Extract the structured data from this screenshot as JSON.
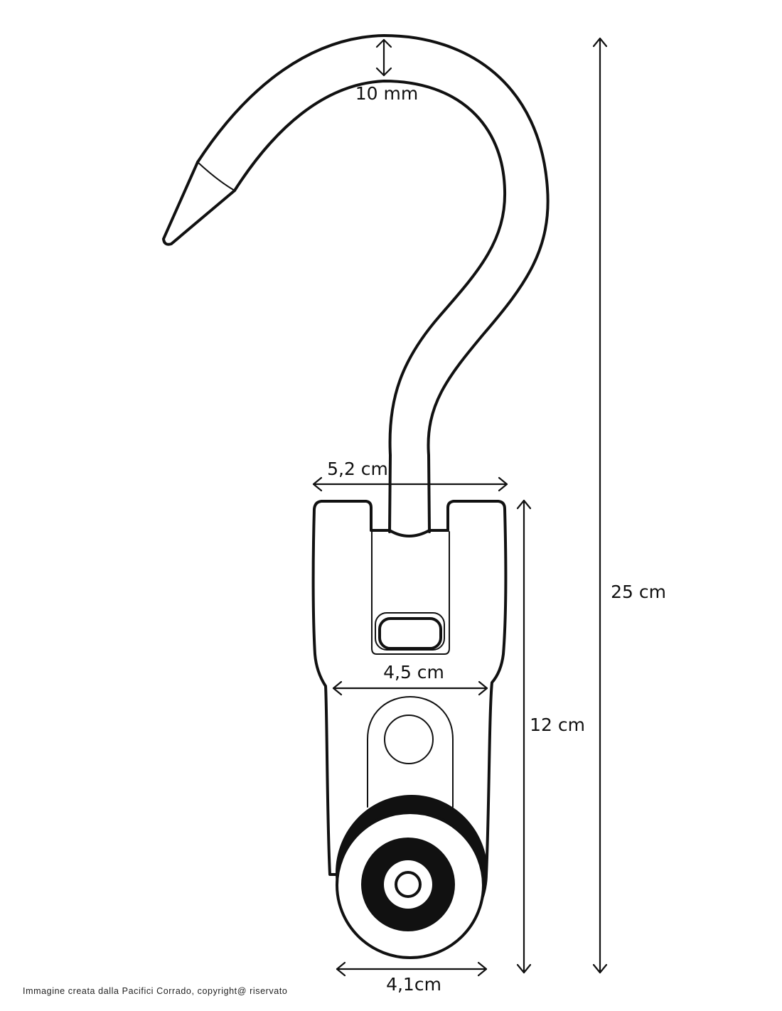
{
  "labels": {
    "hook_thickness": "10 mm",
    "clip_width": "5,2 cm",
    "total_height": "25 cm",
    "body_width": "4,5 cm",
    "body_height": "12 cm",
    "wheel_width": "4,1cm"
  },
  "credit": "Immagine creata dalla Pacifici Corrado, copyright@ riservato",
  "colors": {
    "line": "#111111",
    "background": "#ffffff"
  }
}
